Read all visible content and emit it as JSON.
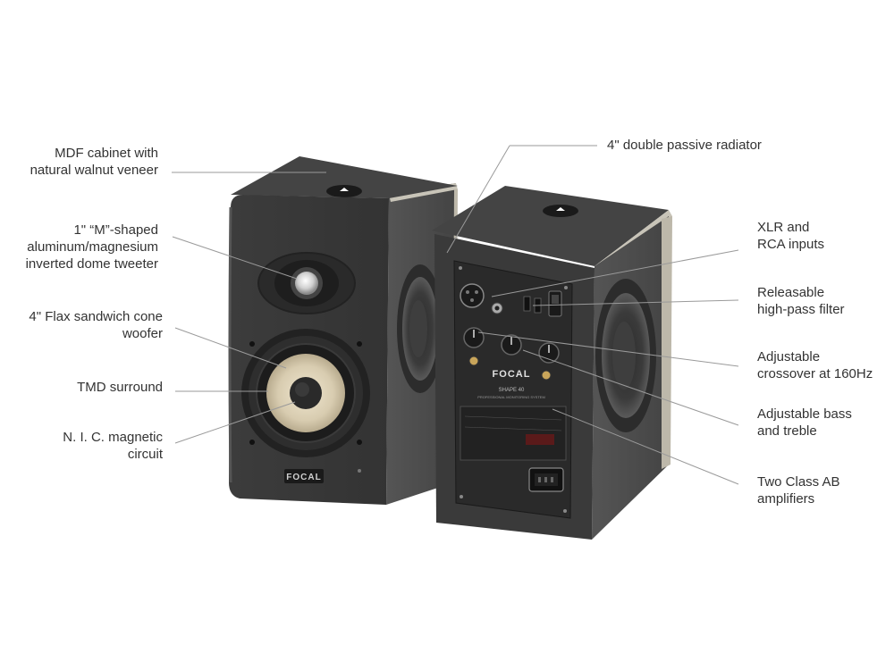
{
  "callouts": {
    "cabinet": {
      "line1": "MDF cabinet with",
      "line2": "natural walnut veneer"
    },
    "tweeter": {
      "line1": "1\" “M”-shaped",
      "line2": "aluminum/magnesium",
      "line3": "inverted dome tweeter"
    },
    "woofer": {
      "line1": "4\" Flax sandwich cone",
      "line2": "woofer"
    },
    "surround": {
      "line1": "TMD surround"
    },
    "magnet": {
      "line1": "N. I. C. magnetic",
      "line2": "circuit"
    },
    "radiator": {
      "line1": "4\" double passive radiator"
    },
    "inputs": {
      "line1": "XLR and",
      "line2": "RCA inputs"
    },
    "highpass": {
      "line1": "Releasable",
      "line2": "high-pass filter"
    },
    "crossover": {
      "line1": "Adjustable",
      "line2": "crossover at 160Hz"
    },
    "eq": {
      "line1": "Adjustable bass",
      "line2": "and treble"
    },
    "amps": {
      "line1": "Two Class AB",
      "line2": "amplifiers"
    }
  },
  "brand": {
    "front_badge": "FOCAL",
    "rear_logo": "FOCAL",
    "rear_model": "SHAPE 40",
    "rear_subtitle": "PROFESSIONAL MONITORING SYSTEM"
  },
  "colors": {
    "cabinet_dark": "#3a3a3a",
    "cabinet_side": "#4a4a4a",
    "walnut_edge": "#c8c4b8",
    "flax_cone": "#d8ccb0",
    "leader_line": "#9a9a9a",
    "text": "#333333"
  }
}
